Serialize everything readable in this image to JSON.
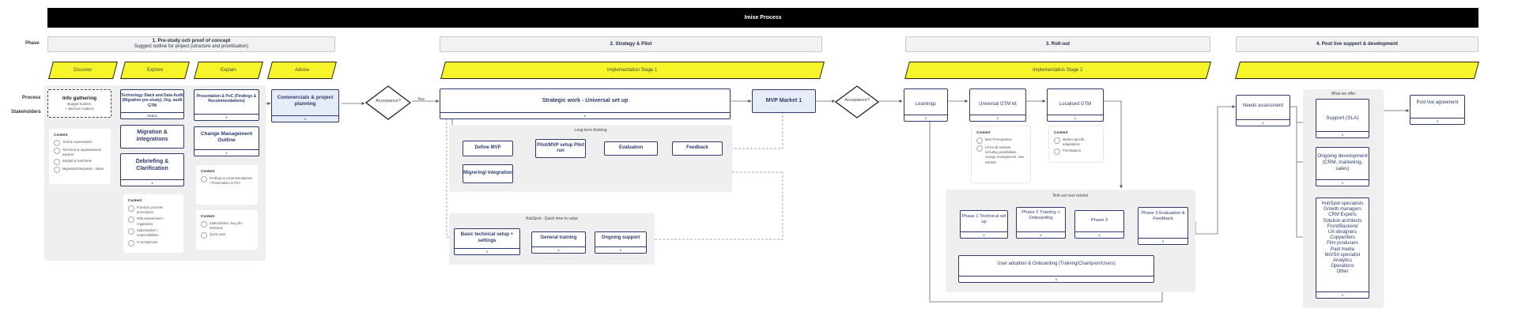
{
  "title": "Imise Process",
  "row_labels": {
    "phase": "Phase",
    "process": "Process",
    "stakeholders": "Stakeholders"
  },
  "phases": [
    {
      "title": "1. Pre-study och proof of concept",
      "subtitle": "Suggest outline for project (structure and prioritisation)"
    },
    {
      "title": "2. Strategy & Pilot",
      "subtitle": ""
    },
    {
      "title": "3. Roll-out",
      "subtitle": ""
    },
    {
      "title": "4. Post live support & development",
      "subtitle": ""
    }
  ],
  "stages": [
    "Discover",
    "Explore",
    "Explain",
    "Advise",
    "Implementation Stage 1",
    "Implementation Stage 2",
    ""
  ],
  "phase1": {
    "info_gathering": "Info gathering",
    "info_sub": "Budget holders\n+ decision makers",
    "content1": {
      "heading": "Content",
      "items": [
        "Goal & expectations",
        "Technical & organisational aspects",
        "Budget & timeframe",
        "Migration/Integration - steps"
      ]
    },
    "tech_stack": "Technology Stack and Data Audit (Migration pre-study), Org. audit GTM",
    "tech_stack_foot": "Status",
    "migration": "Migration & integrations",
    "debriefing": "Debriefing & Clarification",
    "debriefing_foot": "x",
    "content2": {
      "heading": "Content",
      "items": [
        "Function, process procedures",
        "Risk assessment + regulations",
        "Stakeholders + responsibilities",
        "IT architecture"
      ]
    },
    "presentation": "Presentation & PoC (Findings & Recommendations)",
    "presentation_foot": "x",
    "change_mgmt": "Change Management Outline",
    "change_foot": "x",
    "content3": {
      "heading": "Content",
      "items": [
        "Findings & recommendations / Presentation & PoC"
      ]
    },
    "content4": {
      "heading": "Content",
      "items": [
        "Stakeholders, key pls / Interview",
        "Quick wins"
      ]
    },
    "commercials": "Commercials & project planning",
    "commercials_foot": "x"
  },
  "decision1": "Acceptance?",
  "yes": "Yes",
  "phase2": {
    "strategic": "Strategic work - Universal set up",
    "strategic_foot": "x",
    "mvp": "MVP Market 1",
    "long_term": "Long term thinking",
    "define_mvp": "Define MVP",
    "pilot": "Pilot/MVP setup Pilot run",
    "evaluation": "Evaluation",
    "feedback": "Feedback",
    "migrering": "Migrering/ Integration",
    "hubspot": "HubSpot - Quick time to value",
    "basic": "Basic technical setup + settings",
    "basic_foot": "x",
    "training": "General training",
    "training_foot": "x",
    "ongoing": "Ongoing support",
    "ongoing_foot": "x"
  },
  "decision2": "Acceptance?",
  "phase3": {
    "learnings": "Learnings",
    "learnings_foot": "x",
    "universal": "Universal GTM kit",
    "universal_foot": "x",
    "localised": "Localised GTM",
    "localised_foot": "x",
    "content5": {
      "heading": "Content",
      "items": [
        "Best Prerequisites",
        "Kit for all markets, including possibilities, change management, own solution"
      ]
    },
    "content6": {
      "heading": "Content",
      "items": [
        "Market specific adaptations",
        "Prioritisation"
      ]
    },
    "rollout": "Roll-out next market",
    "p1": "Phase 1 Technical set up",
    "p1_foot": "x",
    "p2": "Phase 2 Training + Onboarding",
    "p2_foot": "x",
    "p3": "Phase 3",
    "p3_foot": "x",
    "p3b": "Phase 3 Evaluation & Feedback",
    "p3b_foot": "x",
    "adoption": "User adoption & Onboarding (Training/Champion/Users)",
    "adoption_foot": "x"
  },
  "phase4": {
    "needs": "Needs assessment",
    "needs_foot": "x",
    "what_we_offer": "What we offer",
    "support": "Support (SLA)",
    "support_foot": "x",
    "ongoing_dev": "Ongoing development (CRM, marketing, sales)",
    "ongoing_dev_foot": "x",
    "specialists": [
      "HubSpot-specialists",
      "Growth managers",
      "CRM Experts",
      "Solution architects",
      "Front/Backend",
      "UX-designers",
      "Copywriters",
      "Film producers",
      "Paid media",
      "MA/SA specialist",
      "Analytics",
      "Operations",
      "Other"
    ],
    "specialists_foot": "x",
    "post_live": "Post live agreement",
    "post_live_foot": "x"
  },
  "colors": {
    "navy": "#2d3a6e",
    "yellow": "#f5f52a",
    "area": "#efefef",
    "black": "#000000"
  }
}
